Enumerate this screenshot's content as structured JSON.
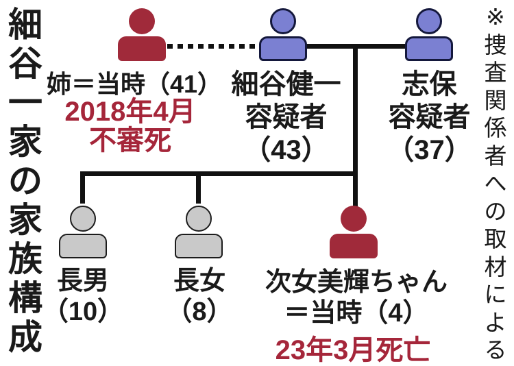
{
  "title": "細谷一家の家族構成",
  "source_note": "※捜査関係者への取材による",
  "colors": {
    "red": "#a02a3a",
    "red_text": "#a5263a",
    "blue": "#7b80d2",
    "blue_outline": "#14183c",
    "gray": "#c9c9c9",
    "gray_outline": "#1c1c1c",
    "line": "#111111",
    "text": "#1a1a1a",
    "bg": "#ffffff"
  },
  "people": {
    "sister": {
      "label": "姉＝当時（41）",
      "status": "2018年4月\n不審死",
      "icon_color": "red"
    },
    "kenichi": {
      "label": "細谷健一\n容疑者\n（43）",
      "icon_color": "blue"
    },
    "shiho": {
      "label": "志保\n容疑者\n（37）",
      "icon_color": "blue"
    },
    "eldest_son": {
      "label": "長男\n（10）",
      "icon_color": "gray"
    },
    "eldest_daughter": {
      "label": "長女\n（8）",
      "icon_color": "gray"
    },
    "second_daughter": {
      "label": "次女美輝ちゃん\n＝当時（4）",
      "status": "23年3月死亡",
      "icon_color": "red"
    }
  }
}
